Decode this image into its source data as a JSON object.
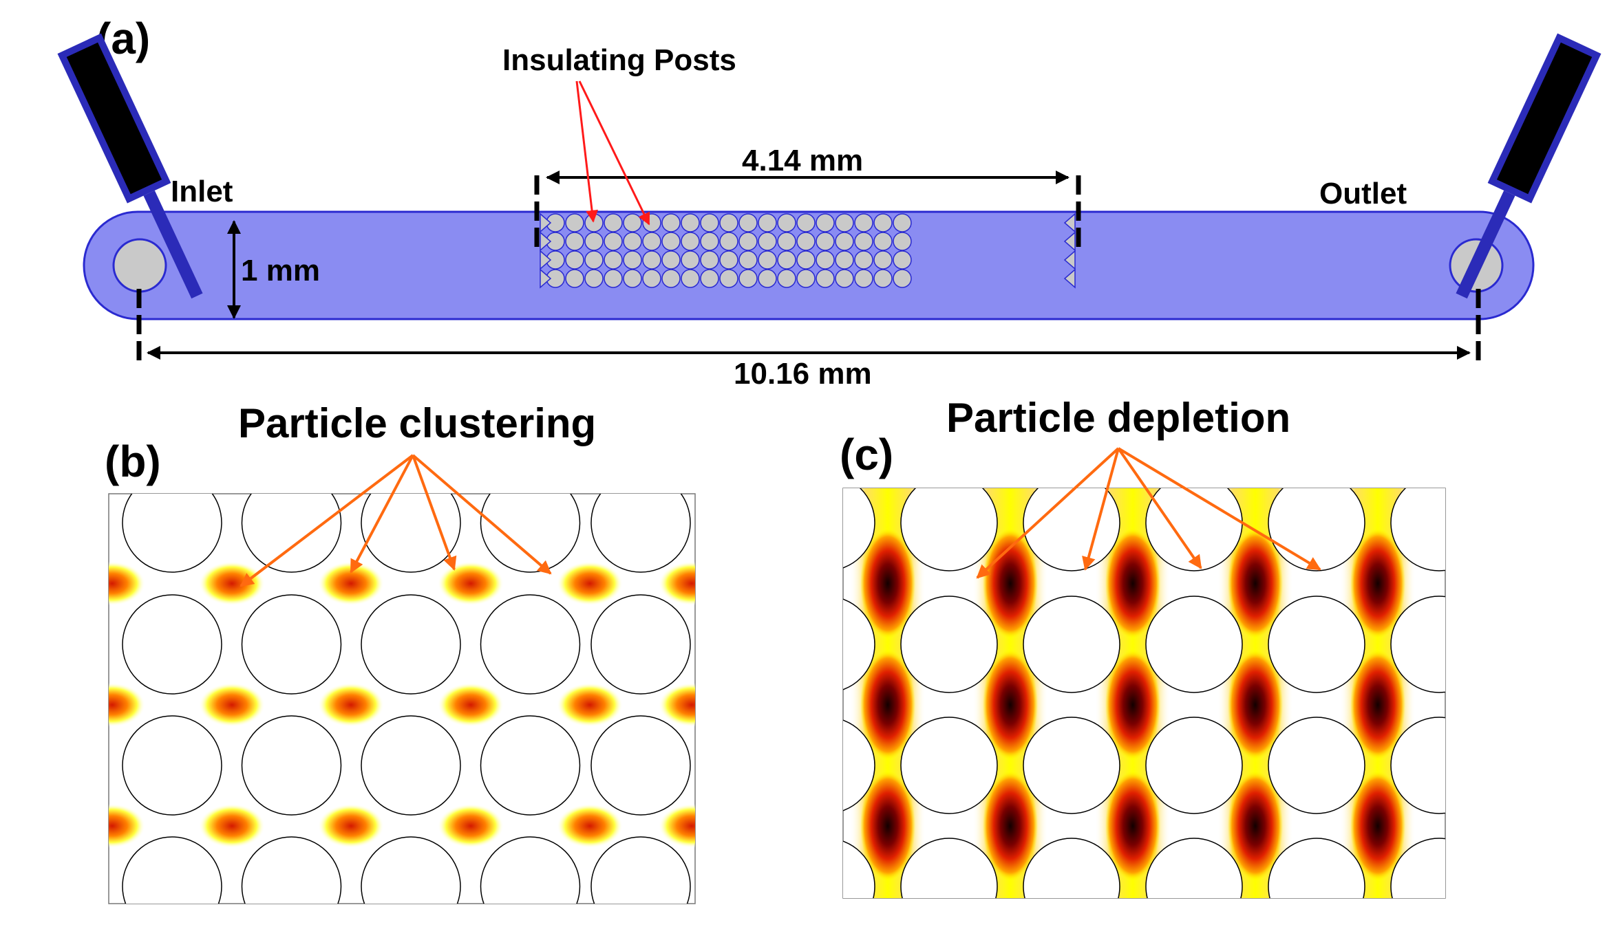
{
  "panels": {
    "a": {
      "label": "(a)",
      "title": "Insulating Posts",
      "inlet": "Inlet",
      "outlet": "Outlet",
      "width_label": "1 mm",
      "post_region_label": "4.14 mm",
      "length_label": "10.16 mm"
    },
    "b": {
      "label": "(b)",
      "title": "Particle clustering"
    },
    "c": {
      "label": "(c)",
      "title": "Particle depletion"
    }
  },
  "colors": {
    "channel_fill": "#8a8cf2",
    "channel_stroke": "#2a2ad0",
    "post_fill": "#c9c9c9",
    "electrode_body": "#000000",
    "electrode_frame": "#2b2bb8",
    "red_arrow": "#ff1a1a",
    "orange_arrow": "#ff6a10",
    "heat_yellow": "#ffff00",
    "heat_orange": "#ff8c00",
    "heat_red": "#d01000",
    "heat_black": "#1a0000"
  },
  "icons": {
    "electrode": "electrode-icon",
    "post": "insulating-post-icon"
  }
}
